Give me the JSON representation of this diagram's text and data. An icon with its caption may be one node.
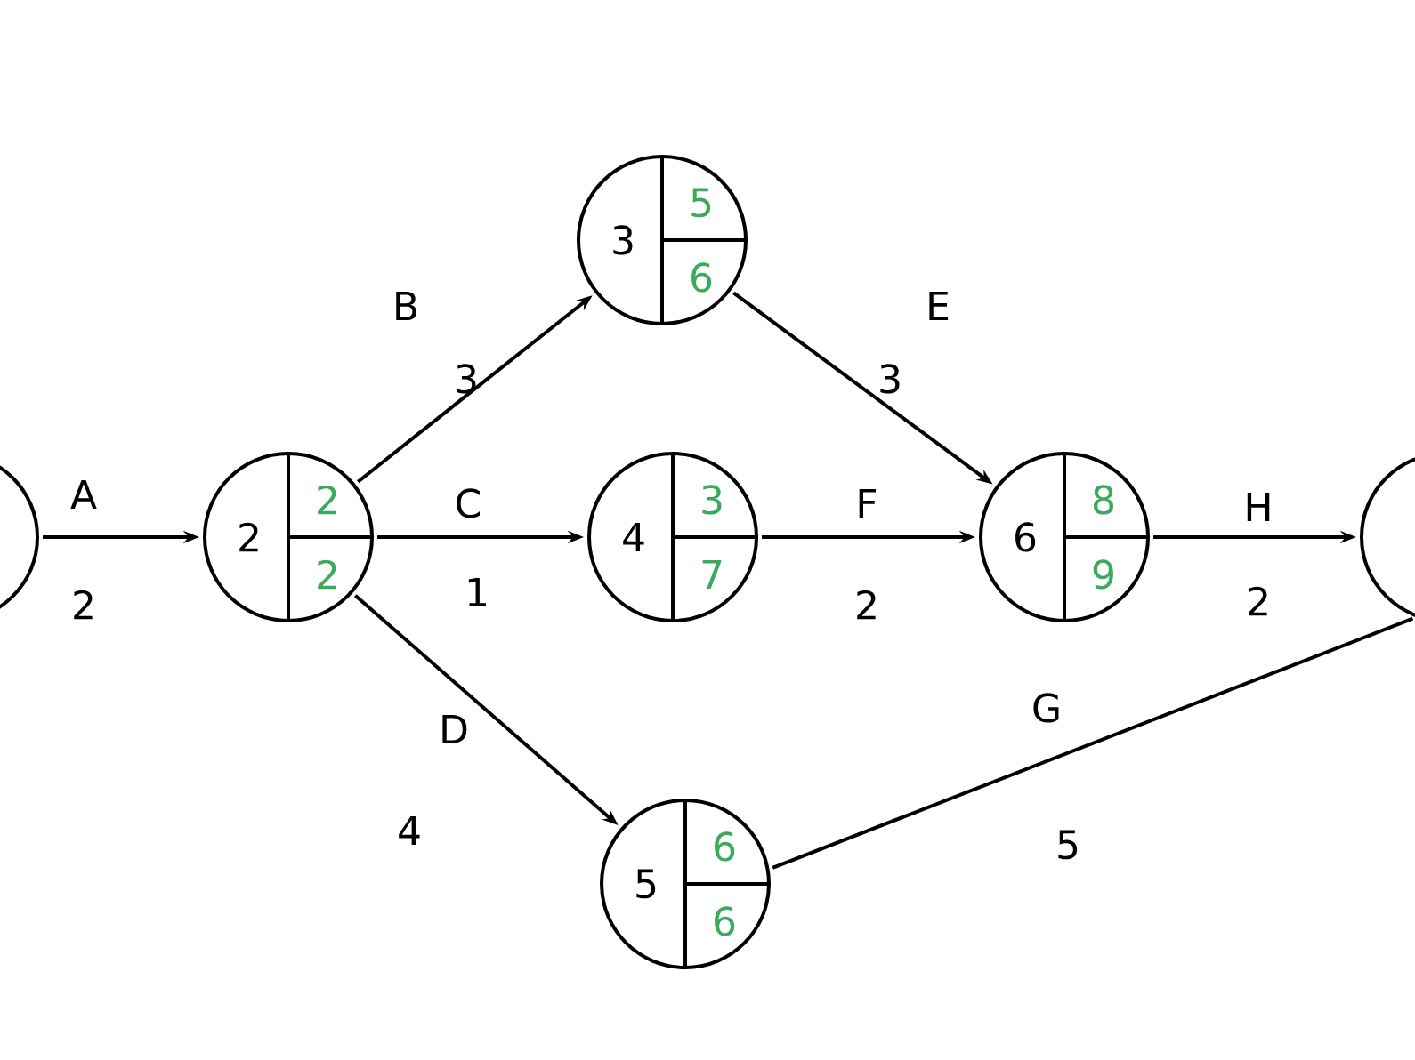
{
  "diagram": {
    "nodes": [
      {
        "text": [],
        "shape": "circle"
      },
      {
        "text": [
          "2",
          "2",
          "2"
        ]
      },
      {
        "text": [
          "3",
          "5",
          "6"
        ]
      },
      {
        "text": [
          "4",
          "3",
          "7"
        ]
      },
      {
        "text": [
          "5",
          "6",
          "6"
        ]
      },
      {
        "text": [
          "6",
          "8",
          "9"
        ]
      },
      {
        "text": [],
        "shape": "circle"
      }
    ],
    "edges": [
      {
        "from": 0,
        "to": 1,
        "arrow": "to",
        "label": "A"
      },
      {
        "from": 1,
        "to": 2,
        "arrow": "to",
        "label": "B"
      },
      {
        "from": 1,
        "to": 3,
        "arrow": "to",
        "label": "C"
      },
      {
        "from": 1,
        "to": 4,
        "arrow": "to",
        "label": "D"
      },
      {
        "from": 2,
        "to": 5,
        "arrow": "to",
        "label": "E"
      },
      {
        "from": 3,
        "to": 5,
        "arrow": "to",
        "label": "F"
      },
      {
        "from": 4,
        "to": 6,
        "arrow": "none",
        "label": "G"
      },
      {
        "from": 5,
        "to": 6,
        "arrow": "to",
        "label": "H"
      }
    ],
    "labels": [
      "2",
      "3",
      "1",
      "4",
      "3",
      "2",
      "5",
      "2"
    ]
  }
}
